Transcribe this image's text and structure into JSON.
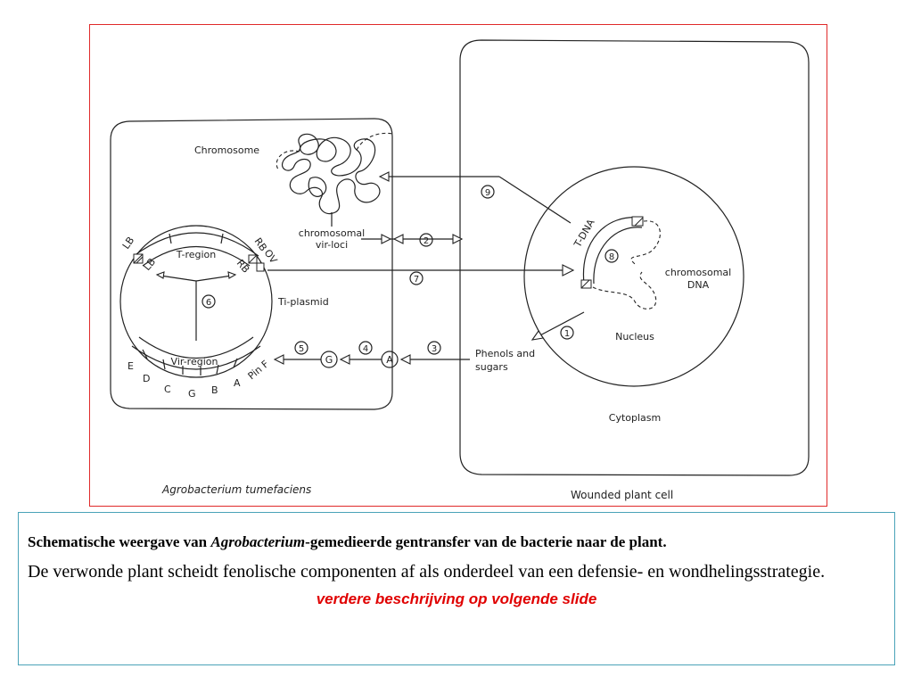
{
  "diagram": {
    "labels": {
      "chromosome": "Chromosome",
      "chromosomal_vir_loci_1": "chromosomal",
      "chromosomal_vir_loci_2": "vir-loci",
      "t_region": "T-region",
      "lb_outer": "LB",
      "lb_inner": "LB",
      "rb_outer": "RB",
      "rb_inner": "RB",
      "ov": "OV",
      "ti_plasmid": "Ti-plasmid",
      "vir_region": "Vir-region",
      "vir_genes": [
        "E",
        "D",
        "C",
        "G",
        "B",
        "A",
        "Pin F"
      ],
      "circle_g": "G",
      "circle_a": "A",
      "phenols_1": "Phenols and",
      "phenols_2": "sugars",
      "t_dna": "T-DNA",
      "chromosomal_dna_1": "chromosomal",
      "chromosomal_dna_2": "DNA",
      "nucleus": "Nucleus",
      "cytoplasm": "Cytoplasm",
      "agrobacterium": "Agrobacterium tumefaciens",
      "wounded_plant_cell": "Wounded plant cell"
    },
    "steps": {
      "step1": "1",
      "step2": "2",
      "step3": "3",
      "step4": "4",
      "step5": "5",
      "step6": "6",
      "step7": "7",
      "step8": "8",
      "step9": "9"
    }
  },
  "caption": {
    "title_prefix": "Schematische weergave van ",
    "title_italic": "Agrobacterium",
    "title_suffix": "-gemedieerde gentransfer van de bacterie naar de plant.",
    "body": "De verwonde plant scheidt fenolische componenten af als onderdeel van een defensie- en wondhelingsstrategie.",
    "more": "verdere beschrijving op volgende slide"
  },
  "colors": {
    "frame_border": "#e02a2a",
    "caption_border": "#4aa3b8",
    "more_text": "#e00000"
  }
}
